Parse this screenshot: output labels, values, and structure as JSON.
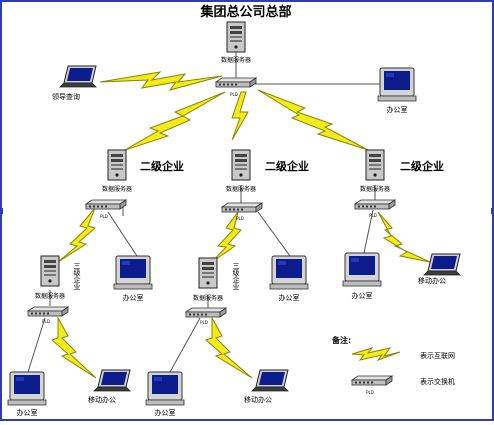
{
  "title": "集团总公司总部",
  "labels": {
    "data_server": "数据服务器",
    "leader_query": "领导查询",
    "office": "办公室",
    "secondary_enterprise": "二级企业",
    "tertiary_enterprise": "三级企业",
    "mobile_office": "移动办公",
    "switch_caption": "PLD"
  },
  "legend": {
    "title": "备注:",
    "internet": "表示互联网",
    "switch": "表示交换机"
  },
  "colors": {
    "bolt_fill": "#f4ec1a",
    "bolt_stroke": "#8a8400",
    "border": "#2f3fa8",
    "screen": "#0d1c8c",
    "line": "#555555"
  }
}
